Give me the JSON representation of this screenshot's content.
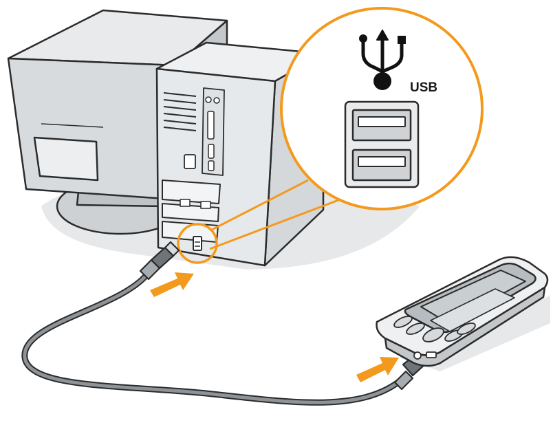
{
  "callout": {
    "usb_label": "USB",
    "usb_symbol_icon": "usb-trident-icon"
  },
  "illustration": {
    "computer": "crt-monitor-and-tower-pc",
    "handheld": "pda-handheld-device",
    "cable": "usb-sync-cable"
  },
  "arrows": {
    "count": 2,
    "direction": "insert"
  },
  "colors": {
    "accent": "#f39a1e",
    "device_gray": "#d9dcdf",
    "device_light": "#eef0f1",
    "outline": "#2b2b2b",
    "shadow": "#e3e5e7",
    "cable": "#8e9397"
  }
}
